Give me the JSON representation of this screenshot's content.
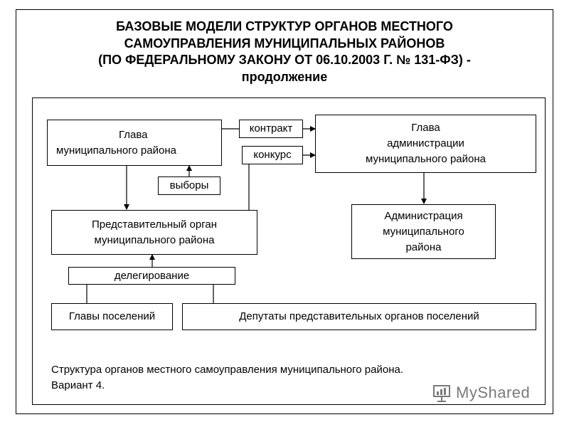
{
  "title": {
    "line1": "БАЗОВЫЕ МОДЕЛИ СТРУКТУР ОРГАНОВ МЕСТНОГО",
    "line2": "САМОУПРАВЛЕНИЯ МУНИЦИПАЛЬНЫХ РАЙОНОВ",
    "line3": "(ПО ФЕДЕРАЛЬНОМУ ЗАКОНУ ОТ 06.10.2003 Г. № 131-ФЗ) -",
    "line4": "продолжение"
  },
  "diagram": {
    "head_district": {
      "line1": "Глава",
      "line2": "муниципального района"
    },
    "contract_label": "контракт",
    "competition_label": "конкурс",
    "head_administration": {
      "line1": "Глава",
      "line2": "администрации",
      "line3": "муниципального района"
    },
    "elections_label": "выборы",
    "representative_body": {
      "line1": "Представительный орган",
      "line2": "муниципального района"
    },
    "administration": {
      "line1": "Администрация",
      "line2": "муниципального",
      "line3": "района"
    },
    "delegation_label": "делегирование",
    "settlement_heads": "Главы поселений",
    "settlement_deputies": "Депутаты представительных органов поселений"
  },
  "caption": {
    "line1": "Структура органов местного самоуправления муниципального района.",
    "line2": "Вариант 4."
  },
  "watermark": {
    "text": "MyShared",
    "icon": "presentation-board-icon"
  }
}
